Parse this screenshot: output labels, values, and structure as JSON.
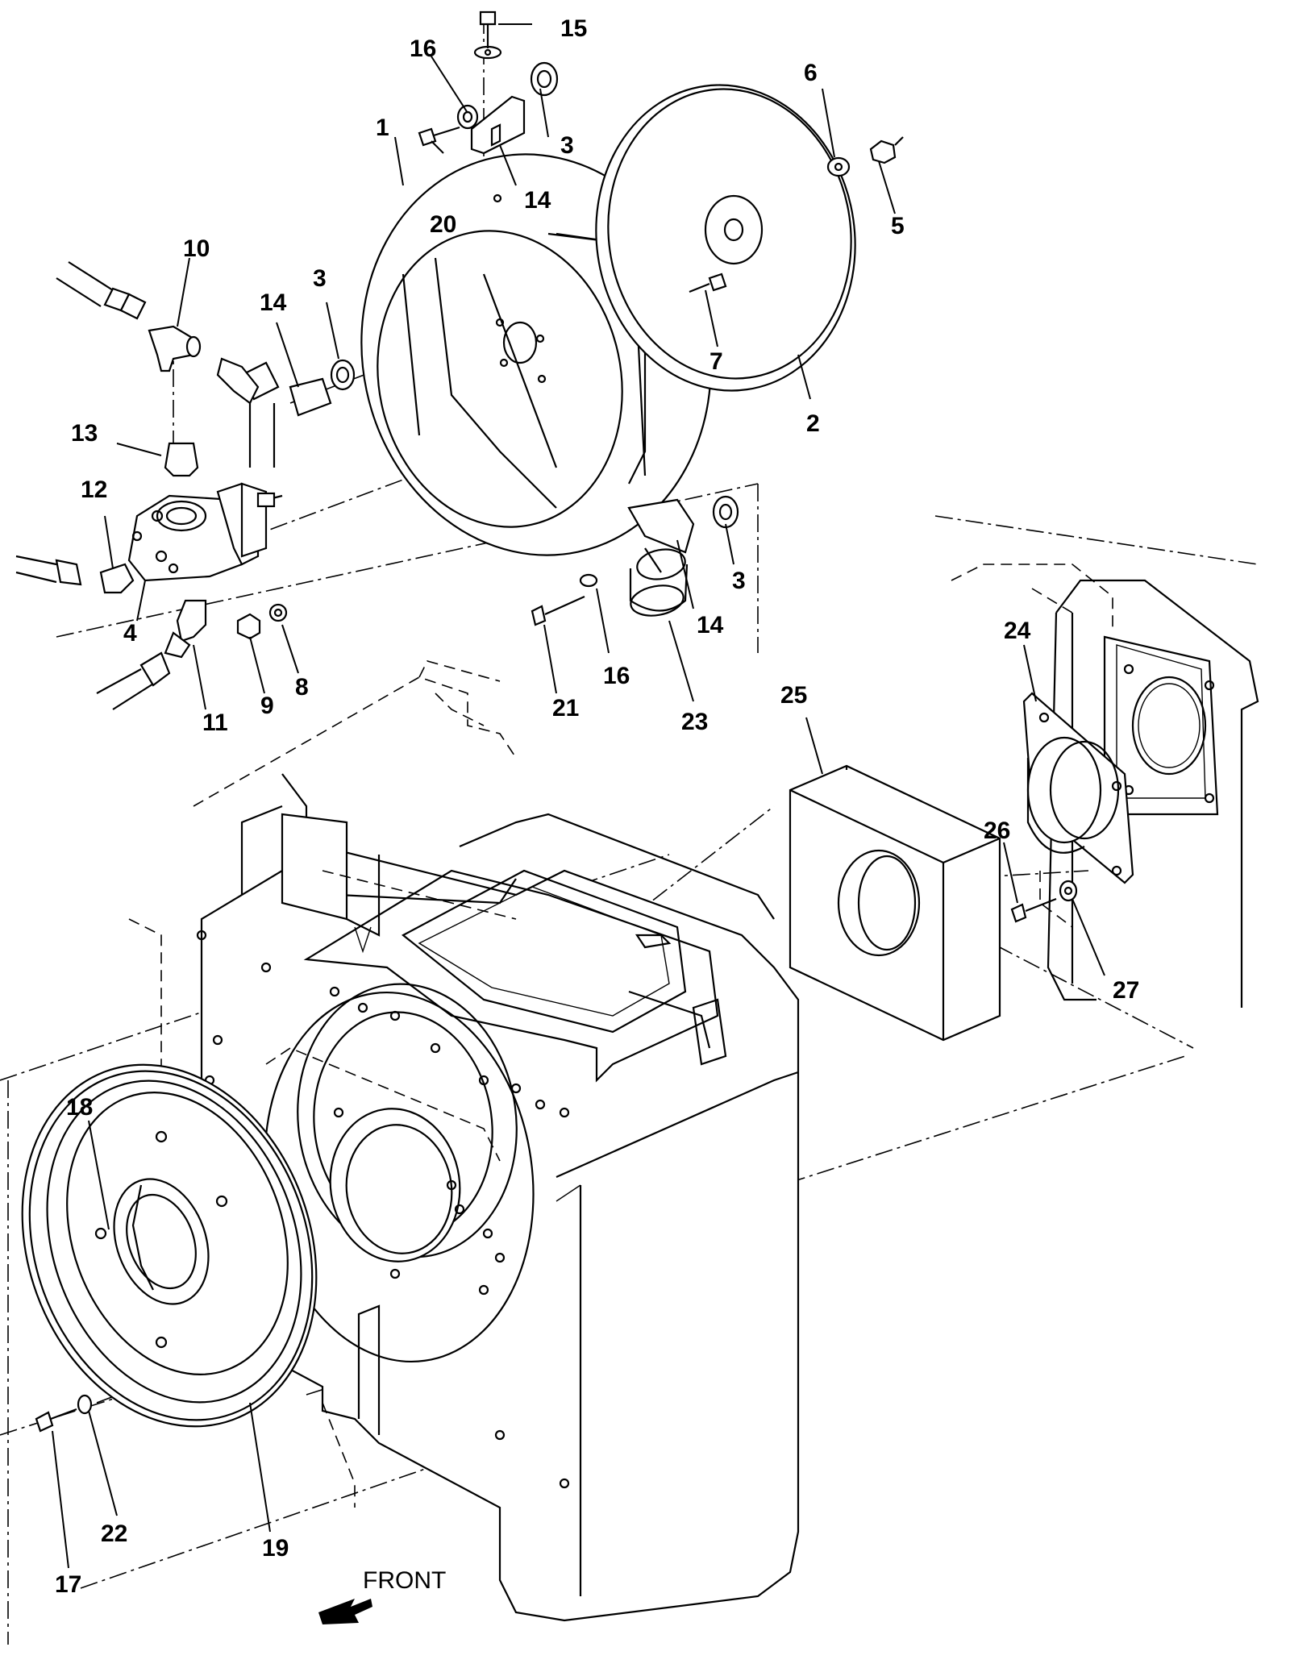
{
  "figure": {
    "front_label": "FRONT"
  },
  "callouts": [
    {
      "id": "c1",
      "label": "1"
    },
    {
      "id": "c2",
      "label": "2"
    },
    {
      "id": "c3a",
      "label": "3"
    },
    {
      "id": "c3b",
      "label": "3"
    },
    {
      "id": "c3c",
      "label": "3"
    },
    {
      "id": "c4",
      "label": "4"
    },
    {
      "id": "c5",
      "label": "5"
    },
    {
      "id": "c6",
      "label": "6"
    },
    {
      "id": "c7",
      "label": "7"
    },
    {
      "id": "c8",
      "label": "8"
    },
    {
      "id": "c9",
      "label": "9"
    },
    {
      "id": "c10",
      "label": "10"
    },
    {
      "id": "c11",
      "label": "11"
    },
    {
      "id": "c12",
      "label": "12"
    },
    {
      "id": "c13",
      "label": "13"
    },
    {
      "id": "c14a",
      "label": "14"
    },
    {
      "id": "c14b",
      "label": "14"
    },
    {
      "id": "c14c",
      "label": "14"
    },
    {
      "id": "c15",
      "label": "15"
    },
    {
      "id": "c16a",
      "label": "16"
    },
    {
      "id": "c16b",
      "label": "16"
    },
    {
      "id": "c17",
      "label": "17"
    },
    {
      "id": "c18",
      "label": "18"
    },
    {
      "id": "c19",
      "label": "19"
    },
    {
      "id": "c20",
      "label": "20"
    },
    {
      "id": "c21",
      "label": "21"
    },
    {
      "id": "c22",
      "label": "22"
    },
    {
      "id": "c23",
      "label": "23"
    },
    {
      "id": "c24",
      "label": "24"
    },
    {
      "id": "c25",
      "label": "25"
    },
    {
      "id": "c26",
      "label": "26"
    },
    {
      "id": "c27",
      "label": "27"
    }
  ],
  "icons": {
    "front_arrow": "arrow-front-icon"
  }
}
